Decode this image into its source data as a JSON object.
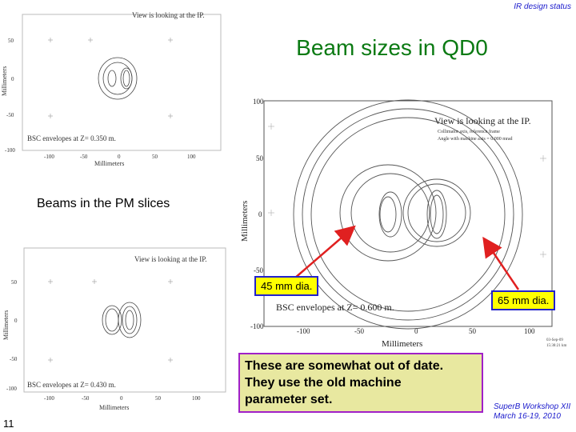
{
  "header": {
    "tag": "IR design status"
  },
  "title": "Beam sizes in QD0",
  "plots": {
    "top_left": {
      "heading": "View is looking at the IP.",
      "envelope_text": "BSC envelopes at Z=  0.350 m.",
      "xlabel": "Millimeters",
      "ylabel": "Millimeters",
      "xticks": [
        "-100",
        "-50",
        "0",
        "50",
        "100"
      ],
      "yticks": [
        "50",
        "0",
        "-50",
        "-100"
      ]
    },
    "bottom_left": {
      "heading": "View is looking at the IP.",
      "envelope_text": "BSC envelopes at Z=  0.430 m.",
      "xlabel": "Millimeters",
      "ylabel": "Millimeters",
      "xticks": [
        "-100",
        "-50",
        "0",
        "50",
        "100"
      ],
      "yticks": [
        "50",
        "0",
        "-50",
        "-100"
      ]
    },
    "main": {
      "heading": "View is looking at the IP.",
      "subheading_1": "Collimator axis, reference frame",
      "subheading_2": "Angle with machine axis  =  0.000 mrad",
      "envelope_text": "BSC envelopes at Z=  0.600 m.",
      "xlabel": "Millimeters",
      "ylabel": "Millimeters",
      "xticks": [
        "-100",
        "-50",
        "0",
        "50",
        "100"
      ],
      "yticks": [
        "100",
        "50",
        "0",
        "-50",
        "-100"
      ],
      "stamp_1": "03-Sep-09",
      "stamp_2": "15:38:21 km"
    }
  },
  "labels": {
    "beams": "Beams in the PM slices",
    "callout_45": "45 mm dia.",
    "callout_65": "65 mm dia.",
    "note_line1": "These are somewhat out of date.",
    "note_line2": "They use the old machine",
    "note_line3": "parameter set."
  },
  "slide_number": "11",
  "footer": {
    "line1": "SuperB Workshop XII",
    "line2": "March 16-19, 2010"
  },
  "colors": {
    "title": "#0b7a13",
    "footer": "#1a1acc",
    "arrow": "#e02020",
    "callout_bg": "#ffff00",
    "note_bg": "#e8e8a0"
  }
}
